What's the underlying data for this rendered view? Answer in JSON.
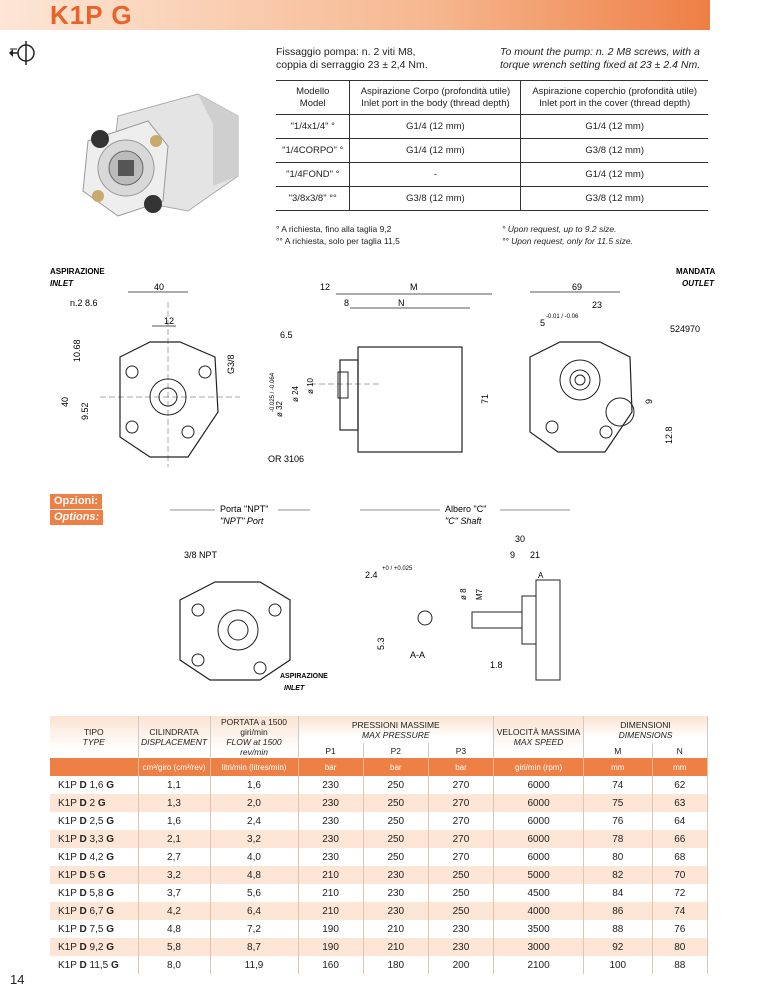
{
  "header": {
    "title": "K1P G"
  },
  "notes": {
    "it_line1": "Fissaggio pompa: n. 2 viti M8,",
    "it_line2": "coppia di serraggio 23 ± 2,4 Nm.",
    "en_line1": "To mount the pump: n. 2 M8 screws, with a",
    "en_line2": "torque wrench setting fixed at 23 ± 2.4 Nm."
  },
  "inlet_table": {
    "headers": [
      [
        "Modello",
        "Model"
      ],
      [
        "Aspirazione Corpo (profondità utile)",
        "Inlet port in the body (thread depth)"
      ],
      [
        "Aspirazione coperchio (profondità utile)",
        "Inlet port in the cover (thread depth)"
      ]
    ],
    "rows": [
      [
        "\"1/4x1/4\" °",
        "G1/4 (12 mm)",
        "G1/4 (12 mm)"
      ],
      [
        "\"1/4CORPO\" °",
        "G1/4 (12 mm)",
        "G3/8 (12 mm)"
      ],
      [
        "\"1/4FOND\" °",
        "-",
        "G1/4 (12 mm)"
      ],
      [
        "\"3/8x3/8\" °°",
        "G3/8 (12 mm)",
        "G3/8 (12 mm)"
      ]
    ]
  },
  "footnotes": {
    "it_1": "°   A richiesta, fino alla taglia 9,2",
    "it_2": "°°  A richiesta, solo per taglia 11,5",
    "en_1": "°   Upon request, up to 9.2 size.",
    "en_2": "°°  Upon request, only  for 11.5 size."
  },
  "drawing": {
    "aspirazione": "ASPIRAZIONE",
    "inlet": "INLET",
    "mandata": "MANDATA",
    "outlet": "OUTLET",
    "dim_40": "40",
    "dim_n2": "n.2  8.6",
    "dim_12": "12",
    "dim_1068": "10.68",
    "dim_g38": "G3/8",
    "dim_40v": "40",
    "dim_952": "9.52",
    "dim_12b": "12",
    "dim_M": "M",
    "dim_8": "8",
    "dim_N": "N",
    "dim_65": "6.5",
    "dim_32": "ø 32",
    "dim_32tol": "-0.025 / -0.064",
    "dim_24": "ø 24",
    "dim_10": "ø 10",
    "dim_71": "71",
    "or": "OR 3106",
    "dim_69": "69",
    "dim_23": "23",
    "dim_5": "5",
    "dim_5tol": "-0.01 / -0.06",
    "seal": "524970",
    "dim_9": "9",
    "dim_128": "12.8"
  },
  "options": {
    "it": "Opzioni:",
    "en": "Options:",
    "npt_it": "Porta \"NPT\"",
    "npt_en": "\"NPT\" Port",
    "npt_dim": "3/8 NPT",
    "npt_asp": "ASPIRAZIONE",
    "npt_inlet": "INLET",
    "shaft_it": "Albero \"C\"",
    "shaft_en": "\"C\" Shaft",
    "dim_24": "2.4",
    "dim_24tol": "+0 / +0.025",
    "dim_53": "5.3",
    "aa": "A-A",
    "dim_30": "30",
    "dim_9": "9",
    "dim_21": "21",
    "dim_8": "ø 8",
    "dim_m7": "M7",
    "dim_18": "1.8",
    "a": "A"
  },
  "spec_table": {
    "headers": {
      "tipo": "TIPO",
      "type": "TYPE",
      "cil": "CILINDRATA",
      "disp": "DISPLACEMENT",
      "port": "PORTATA a 1500 giri/min",
      "flow": "FLOW at 1500 rev/min",
      "press": "PRESSIONI MASSIME",
      "maxp": "MAX PRESSURE",
      "p1": "P1",
      "p2": "P2",
      "p3": "P3",
      "vel": "VELOCITÀ MASSIMA",
      "speed": "MAX SPEED",
      "dim": "DIMENSIONI",
      "dims": "DIMENSIONS",
      "m": "M",
      "n": "N"
    },
    "units": [
      "",
      "cm³/giro (cm³/rev)",
      "litri/min (litres/min)",
      "bar",
      "bar",
      "bar",
      "giri/min (rpm)",
      "mm",
      "mm"
    ],
    "rows": [
      {
        "pre": "K1P ",
        "d": "D",
        "size": " 1,6 ",
        "g": "G",
        "disp": "1,1",
        "flow": "1,6",
        "p1": "230",
        "p2": "250",
        "p3": "270",
        "speed": "6000",
        "m": "74",
        "n": "62"
      },
      {
        "pre": "K1P ",
        "d": "D",
        "size": " 2 ",
        "g": "G",
        "disp": "1,3",
        "flow": "2,0",
        "p1": "230",
        "p2": "250",
        "p3": "270",
        "speed": "6000",
        "m": "75",
        "n": "63"
      },
      {
        "pre": "K1P ",
        "d": "D",
        "size": " 2,5 ",
        "g": "G",
        "disp": "1,6",
        "flow": "2,4",
        "p1": "230",
        "p2": "250",
        "p3": "270",
        "speed": "6000",
        "m": "76",
        "n": "64"
      },
      {
        "pre": "K1P ",
        "d": "D",
        "size": " 3,3 ",
        "g": "G",
        "disp": "2,1",
        "flow": "3,2",
        "p1": "230",
        "p2": "250",
        "p3": "270",
        "speed": "6000",
        "m": "78",
        "n": "66"
      },
      {
        "pre": "K1P ",
        "d": "D",
        "size": " 4,2 ",
        "g": "G",
        "disp": "2,7",
        "flow": "4,0",
        "p1": "230",
        "p2": "250",
        "p3": "270",
        "speed": "6000",
        "m": "80",
        "n": "68"
      },
      {
        "pre": "K1P ",
        "d": "D",
        "size": " 5 ",
        "g": "G",
        "disp": "3,2",
        "flow": "4,8",
        "p1": "210",
        "p2": "230",
        "p3": "250",
        "speed": "5000",
        "m": "82",
        "n": "70"
      },
      {
        "pre": "K1P ",
        "d": "D",
        "size": " 5,8 ",
        "g": "G",
        "disp": "3,7",
        "flow": "5,6",
        "p1": "210",
        "p2": "230",
        "p3": "250",
        "speed": "4500",
        "m": "84",
        "n": "72"
      },
      {
        "pre": "K1P ",
        "d": "D",
        "size": " 6,7 ",
        "g": "G",
        "disp": "4,2",
        "flow": "6,4",
        "p1": "210",
        "p2": "230",
        "p3": "250",
        "speed": "4000",
        "m": "86",
        "n": "74"
      },
      {
        "pre": "K1P ",
        "d": "D",
        "size": " 7,5 ",
        "g": "G",
        "disp": "4,8",
        "flow": "7,2",
        "p1": "190",
        "p2": "210",
        "p3": "230",
        "speed": "3500",
        "m": "88",
        "n": "76"
      },
      {
        "pre": "K1P ",
        "d": "D",
        "size": " 9,2 ",
        "g": "G",
        "disp": "5,8",
        "flow": "8,7",
        "p1": "190",
        "p2": "210",
        "p3": "230",
        "speed": "3000",
        "m": "92",
        "n": "80"
      },
      {
        "pre": "K1P ",
        "d": "D",
        "size": " 11,5 ",
        "g": "G",
        "disp": "8,0",
        "flow": "11,9",
        "p1": "160",
        "p2": "180",
        "p3": "200",
        "speed": "2100",
        "m": "100",
        "n": "88"
      }
    ]
  },
  "page_number": "14"
}
